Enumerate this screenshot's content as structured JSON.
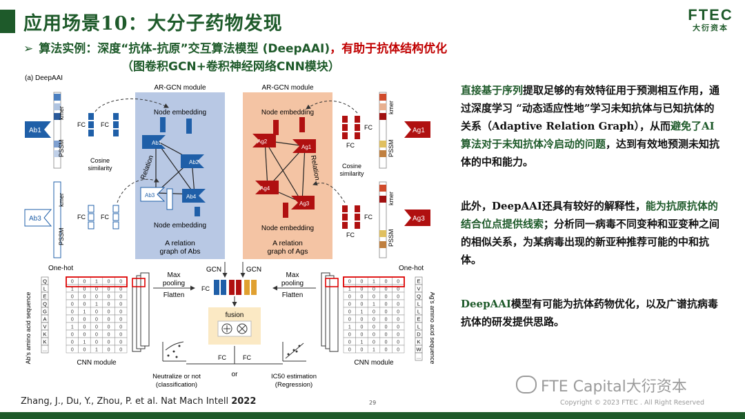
{
  "header": {
    "title": "应用场景10：大分子药物发现",
    "logo_top": "FTEC",
    "logo_bottom": "大衍资本",
    "subtitle_green": "算法实例：深度“抗体-抗原”交互算法模型 (DeepAAI)",
    "subtitle_sep": "，",
    "subtitle_red": "有助于抗体结构优化",
    "subtitle2": "（图卷积GCN+卷积神经网络CNN模块）"
  },
  "figure": {
    "panel_label": "(a) DeepAAI",
    "module_left": "AR-GCN module",
    "module_right": "AR-GCN module",
    "node_embedding": "Node embedding",
    "relation": "Relation",
    "graph_abs": [
      "A relation",
      "graph of Abs"
    ],
    "graph_ags": [
      "A relation",
      "graph of Ags"
    ],
    "cosine": [
      "Cosine",
      "similarity"
    ],
    "ab1": "Ab1",
    "ab3": "Ab3",
    "ag1": "Ag1",
    "ag3": "Ag3",
    "ab_nodes": [
      "Ab1",
      "Ab2",
      "Ab3",
      "Ab4"
    ],
    "ag_nodes": [
      "Ag2",
      "Ag1",
      "Ag4",
      "Ag3"
    ],
    "kmer": "kmer",
    "pssm": "PSSM",
    "fc": "FC",
    "onehot": "One-hot",
    "gcn": "GCN",
    "maxpool": [
      "Max",
      "pooling",
      "Flatten"
    ],
    "cnn_module": "CNN module",
    "ab_seq": "Ab's amino acid sequence",
    "ag_seq": "Ag's amino acid sequence",
    "ab_letters": [
      "Q",
      "L",
      "E",
      "Q",
      "G",
      "A",
      "V",
      "K",
      "K",
      "..."
    ],
    "ag_letters": [
      "E",
      "V",
      "Q",
      "L",
      "L",
      "E",
      "L",
      "D",
      "K",
      "W",
      "..."
    ],
    "fusion": "fusion",
    "or": "or",
    "neutralize": [
      "Neutralize or not",
      "(classification)"
    ],
    "ic50": [
      "IC50 estimation",
      "(Regression)"
    ]
  },
  "right_text": {
    "p1_green_a": "直接基于序列",
    "p1_black_a": "提取足够的有效特征用于预测相互作用，通过深度学习 “动态适应性地”学习未知抗体与已知抗体的关系（Adaptive Relation Graph），从而",
    "p1_green_b": "避免了AI算法对于未知抗体冷启动的问题",
    "p1_black_b": "，达到有效地预测未知抗体的中和能力。",
    "p2_black_a": "此外，DeepAAI还具有较好的解释性，",
    "p2_green_a": "能为抗原抗体的结合位点提供线索",
    "p2_black_b": "；分析同一病毒不同变种和亚变种之间的相似关系，为某病毒出现的新亚种推荐可能的中和抗体。",
    "p3_green": "DeepAAI",
    "p3_black": "模型有可能为抗体药物优化，以及广谱抗病毒抗体的研发提供思路。"
  },
  "footer": {
    "reference": "Zhang, J., Du, Y., Zhou, P. et al. Nat Mach Intell ",
    "reference_year": "2022",
    "page_number": "29",
    "watermark": "FTE Capital大衍资本",
    "copyright": "Copyright © 2023 FTEC . All Right Reserved"
  },
  "colors": {
    "brand_green": "#1e5a2a",
    "accent_red": "#c00000",
    "ab_blue": "#1f5fa8",
    "ag_red": "#b01010",
    "panel_blue": "#b8c8e4",
    "panel_orange": "#f4c4a4"
  }
}
